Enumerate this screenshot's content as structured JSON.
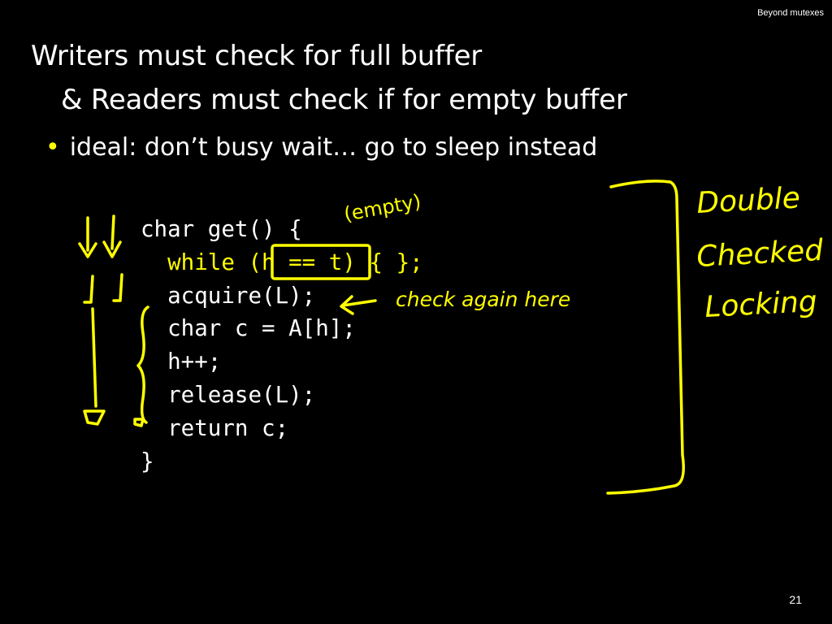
{
  "header": {
    "section_label": "Beyond mutexes"
  },
  "title": {
    "line1": "Writers must check for full buffer",
    "line2": "& Readers must check if for empty buffer"
  },
  "bullets": [
    "ideal: don’t busy wait… go to sleep instead"
  ],
  "code": {
    "lines": [
      "char get() {",
      "  while (h == t) { };",
      "  acquire(L);",
      "  char c = A[h];",
      "  h++;",
      "  release(L);",
      "  return c;",
      "}"
    ]
  },
  "annotations": {
    "empty_note": "(empty)",
    "check_again_note": "check again here",
    "double_checked_locking": [
      "Double",
      "Checked",
      "Locking"
    ]
  },
  "colors": {
    "background": "#000000",
    "text": "#ffffff",
    "accent": "#ffff00"
  },
  "footer": {
    "page_number": "21"
  }
}
